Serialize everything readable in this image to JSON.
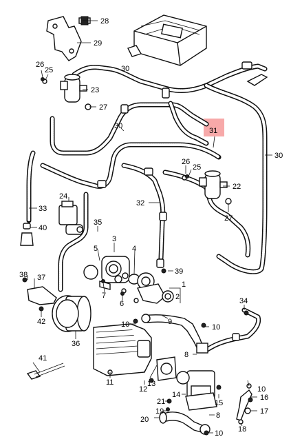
{
  "diagram": {
    "highlight_color": "#f7a9a9",
    "labels": {
      "l28": "28",
      "l29": "29",
      "l26a": "26",
      "l25a": "25",
      "l23": "23",
      "l27a": "27",
      "l30a": "30",
      "l30b": "30",
      "l31": "31",
      "l30c": "30",
      "l26b": "26",
      "l25b": "25",
      "l22": "22",
      "l27b": "27",
      "l24": "24",
      "l32": "32",
      "l33": "33",
      "l40": "40",
      "l35": "35",
      "l3": "3",
      "l5": "5",
      "l4": "4",
      "l39": "39",
      "l38": "38",
      "l37": "37",
      "l7": "7",
      "l6": "6",
      "l1": "1",
      "l2": "2",
      "l42": "42",
      "l34": "34",
      "l36": "36",
      "l9": "9",
      "l10a": "10",
      "l10b": "10",
      "l8a": "8",
      "l11": "11",
      "l41": "41",
      "l13": "13",
      "l12": "12",
      "l14": "14",
      "l15": "15",
      "l21": "21",
      "l19": "19",
      "l20": "20",
      "l8b": "8",
      "l10c": "10",
      "l10d": "10",
      "l16": "16",
      "l17": "17",
      "l18": "18"
    }
  }
}
